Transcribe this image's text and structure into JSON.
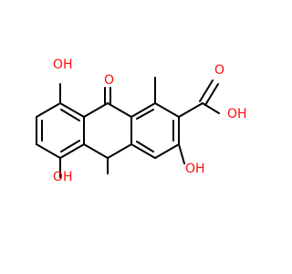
{
  "molecule": {
    "atoms": {
      "ketone_oxygen": "O",
      "top_left_hydroxyl": "OH",
      "bottom_left_hydroxyl": "OH",
      "right_hydroxyl": "OH",
      "carboxyl_oxygen": "O",
      "carboxyl_hydroxyl": "OH"
    },
    "colors": {
      "oxygen": "#ff0d0d",
      "bond": "#000000",
      "background": "#ffffff"
    }
  }
}
